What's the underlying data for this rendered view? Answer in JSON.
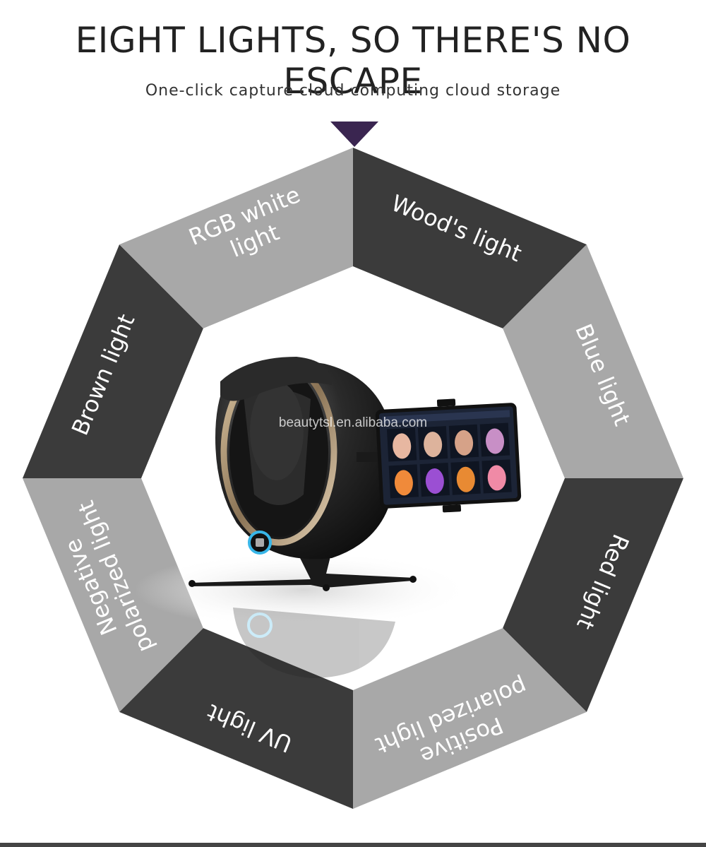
{
  "header": {
    "title": "EIGHT LIGHTS, SO THERE'S NO ESCAPE",
    "subtitle": "One-click capture cloud computing cloud storage"
  },
  "watermark": "beautytsl.en.alibaba.com",
  "segments": [
    {
      "name": "segment-woods-light",
      "lines": [
        "Wood's light"
      ],
      "fill": "#3b3b3b"
    },
    {
      "name": "segment-blue-light",
      "lines": [
        "Blue light"
      ],
      "fill": "#a8a8a8"
    },
    {
      "name": "segment-red-light",
      "lines": [
        "Red light"
      ],
      "fill": "#3b3b3b"
    },
    {
      "name": "segment-positive-polarized-light",
      "lines": [
        "Positive",
        "polarized light"
      ],
      "fill": "#a8a8a8"
    },
    {
      "name": "segment-uv-light",
      "lines": [
        "UV light"
      ],
      "fill": "#3b3b3b"
    },
    {
      "name": "segment-negative-polarized-light",
      "lines": [
        "Negative",
        "polarized light"
      ],
      "fill": "#a8a8a8"
    },
    {
      "name": "segment-brown-light",
      "lines": [
        "Brown light"
      ],
      "fill": "#3b3b3b"
    },
    {
      "name": "segment-rgb-white-light",
      "lines": [
        "RGB white",
        "light"
      ],
      "fill": "#a8a8a8"
    }
  ],
  "colors": {
    "dark_segment": "#3b3b3b",
    "light_segment": "#a8a8a8",
    "segment_text": "#ffffff",
    "pointer": "#3a2550",
    "title_text": "#222222"
  },
  "tablet_faces": [
    {
      "color": "#e7b7a1"
    },
    {
      "color": "#ddb39c"
    },
    {
      "color": "#d6a288"
    },
    {
      "color": "#c88fc6"
    },
    {
      "color": "#f08a3a"
    },
    {
      "color": "#9b4fd3"
    },
    {
      "color": "#e88a33"
    },
    {
      "color": "#f08aa6"
    }
  ]
}
